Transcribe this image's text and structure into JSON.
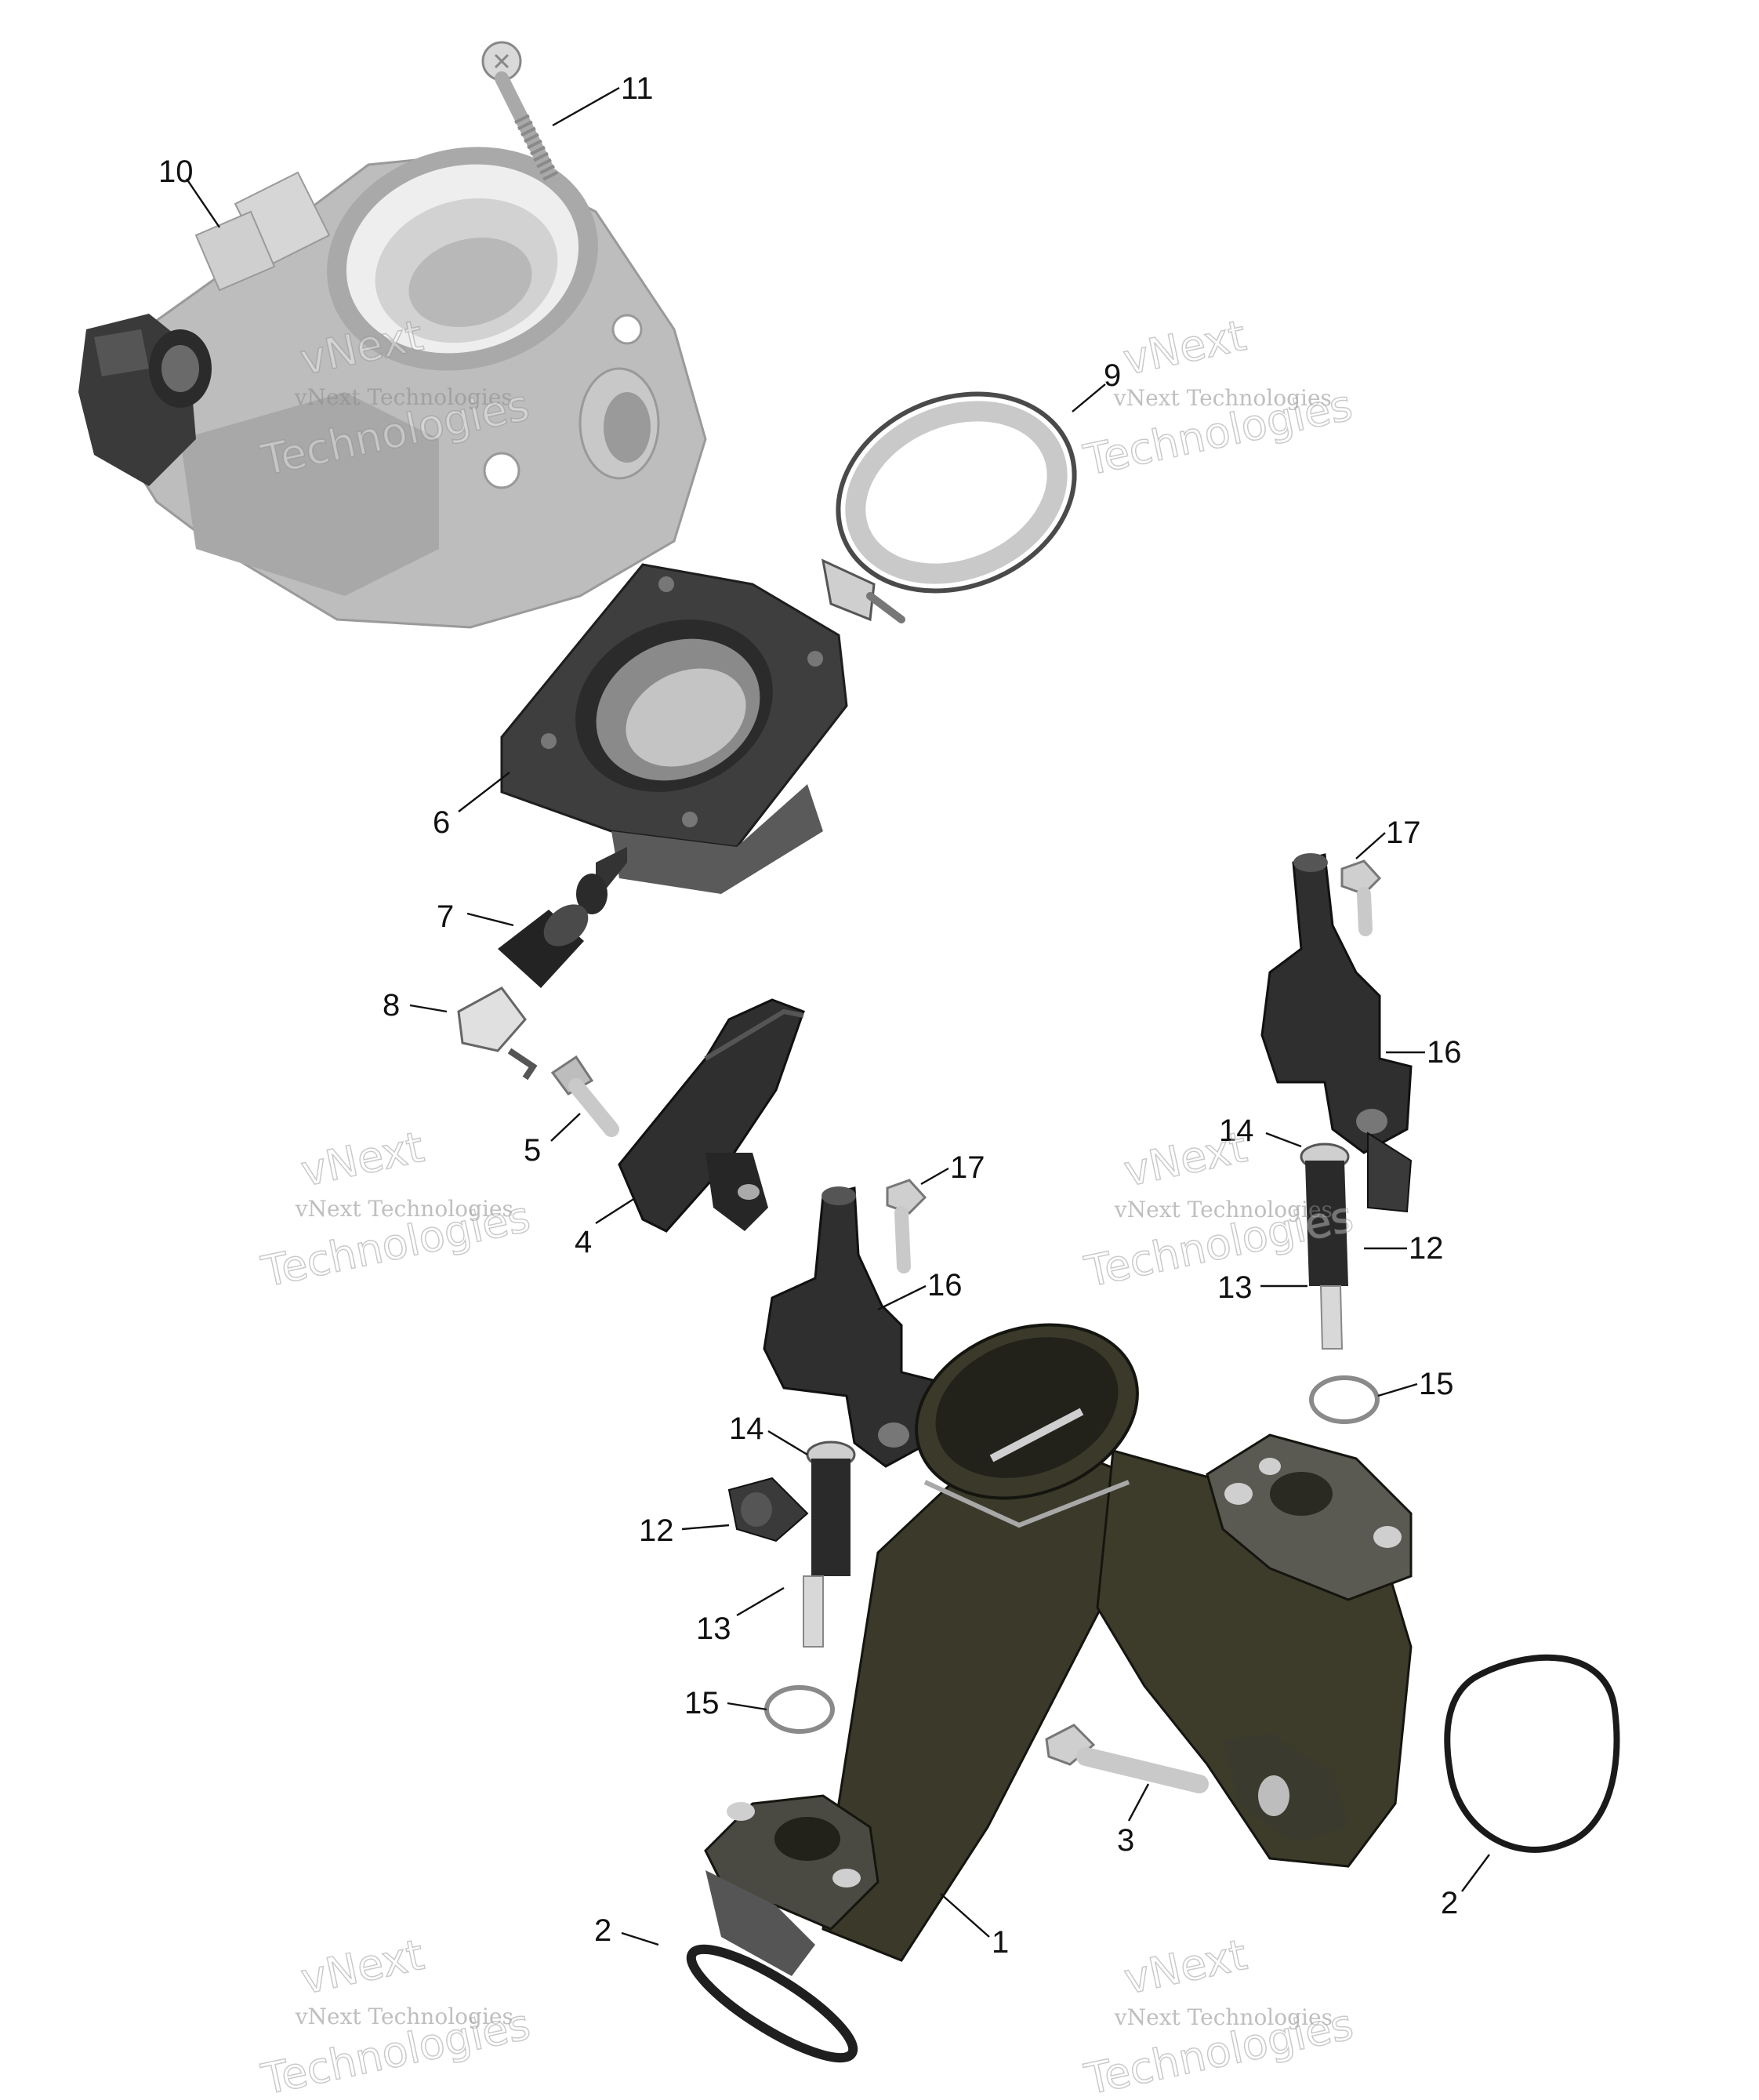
{
  "watermark": {
    "line1": "vNext",
    "line2": "vNext Technologies",
    "line3": "Technologies"
  },
  "callouts": [
    "11",
    "10",
    "9",
    "6",
    "7",
    "8",
    "5",
    "4",
    "17",
    "16",
    "14",
    "12",
    "13",
    "15",
    "17",
    "16",
    "14",
    "12",
    "13",
    "15",
    "3",
    "2",
    "2",
    "1"
  ],
  "parts": [
    {
      "name": "throttle-body",
      "ref": "10"
    },
    {
      "name": "screw",
      "ref": "11"
    },
    {
      "name": "clamp",
      "ref": "9"
    },
    {
      "name": "adapter",
      "ref": "6"
    },
    {
      "name": "hose",
      "ref": "7"
    },
    {
      "name": "clip",
      "ref": "8"
    },
    {
      "name": "screw",
      "ref": "5"
    },
    {
      "name": "sensor",
      "ref": "4"
    },
    {
      "name": "fuel-rail-cap",
      "ref": "16"
    },
    {
      "name": "screw",
      "ref": "17"
    },
    {
      "name": "fuel-injector",
      "ref": "12"
    },
    {
      "name": "o-ring",
      "ref": "13"
    },
    {
      "name": "o-ring",
      "ref": "14"
    },
    {
      "name": "o-ring",
      "ref": "15"
    },
    {
      "name": "intake-manifold",
      "ref": "1"
    },
    {
      "name": "seal",
      "ref": "2"
    },
    {
      "name": "screw",
      "ref": "3"
    }
  ]
}
